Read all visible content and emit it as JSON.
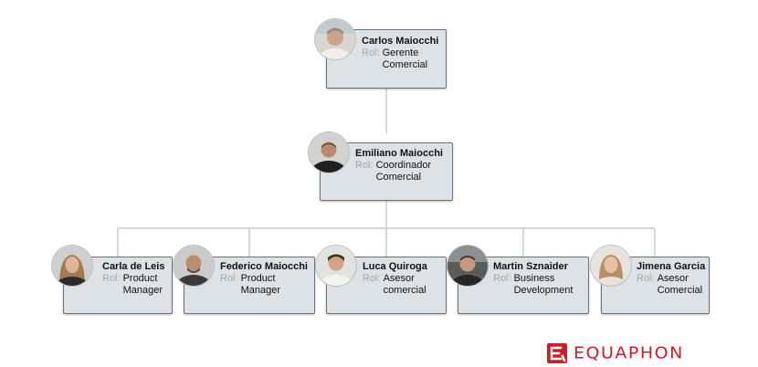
{
  "role_label": "Rol:",
  "people": [
    {
      "name": "Carlos Maiocchi",
      "role": "Gerente\nComercial"
    },
    {
      "name": "Emiliano Maiocchi",
      "role": "Coordinador\nComercial"
    },
    {
      "name": "Carla de Leis",
      "role": "Product\nManager"
    },
    {
      "name": "Federico Maiocchi",
      "role": "Product\nManager"
    },
    {
      "name": "Luca Quiroga",
      "role": "Asesor\ncomercial"
    },
    {
      "name": "Martin Sznaider",
      "role": "Business\nDevelopment"
    },
    {
      "name": "Jimena Garcia",
      "role": "Asesor\nComercial"
    }
  ],
  "logo": {
    "text": "EQUAPHON",
    "color": "#c8202b"
  },
  "colors": {
    "card_bg": "#dde2e7",
    "card_border": "#6e7276",
    "connector": "#c7cbd0",
    "role_label": "#a2a7ac"
  }
}
